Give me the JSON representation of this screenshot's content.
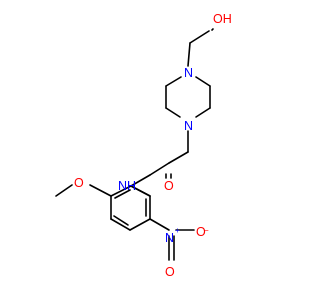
{
  "molecule": {
    "atom_labels": {
      "hydroxyl": "OH",
      "piperazine_n_top": "N",
      "piperazine_n_bottom": "N",
      "amide_o": "O",
      "amide_nh": "NH",
      "methoxy_o": "O",
      "nitro_n": "N",
      "nitro_o_left": "O",
      "nitro_o_right": "O",
      "plus_charge": "+",
      "minus_charge": "−"
    },
    "colors": {
      "bond": "#000000",
      "oxygen": "#ff0000",
      "nitrogen": "#0000ff",
      "background": "#ffffff"
    }
  }
}
